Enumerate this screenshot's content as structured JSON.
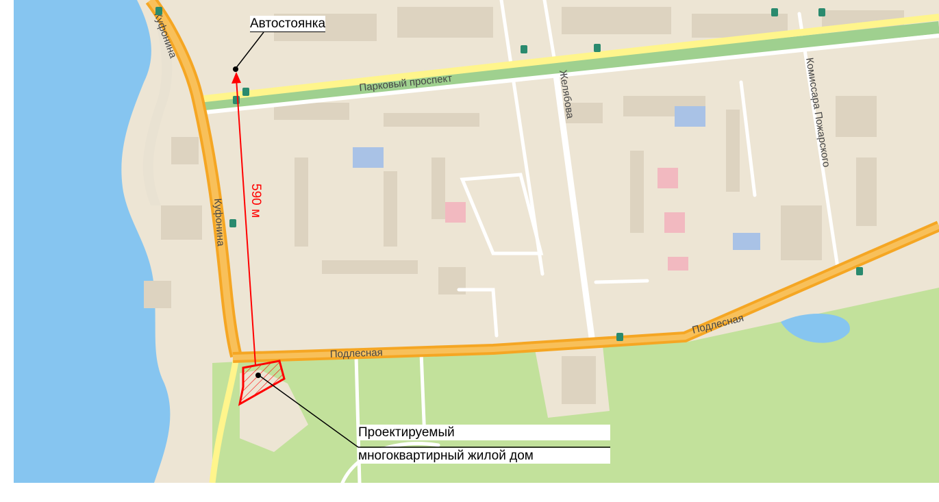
{
  "map": {
    "streets": {
      "kufonina_top": "Куфонина",
      "kufonina_mid": "Куфонина",
      "parkovy": "Парковый проспект",
      "zhelyabova": "Желябова",
      "komissara": "Комиссара Пожарского",
      "podlesnaya_left": "Подлесная",
      "podlesnaya_right": "Подлесная"
    },
    "annotations": {
      "parking_label": "Автостоянка",
      "distance_label": "590 м",
      "project_line1": "Проектируемый",
      "project_line2": "многоквартирный жилой дом"
    },
    "colors": {
      "land": "#ede5d4",
      "water": "#86c5f0",
      "park": "#c2e19b",
      "major_road": "#f5a623",
      "road": "#ffffff",
      "building": "#ddd3c0",
      "marker": "#ff0000"
    }
  }
}
